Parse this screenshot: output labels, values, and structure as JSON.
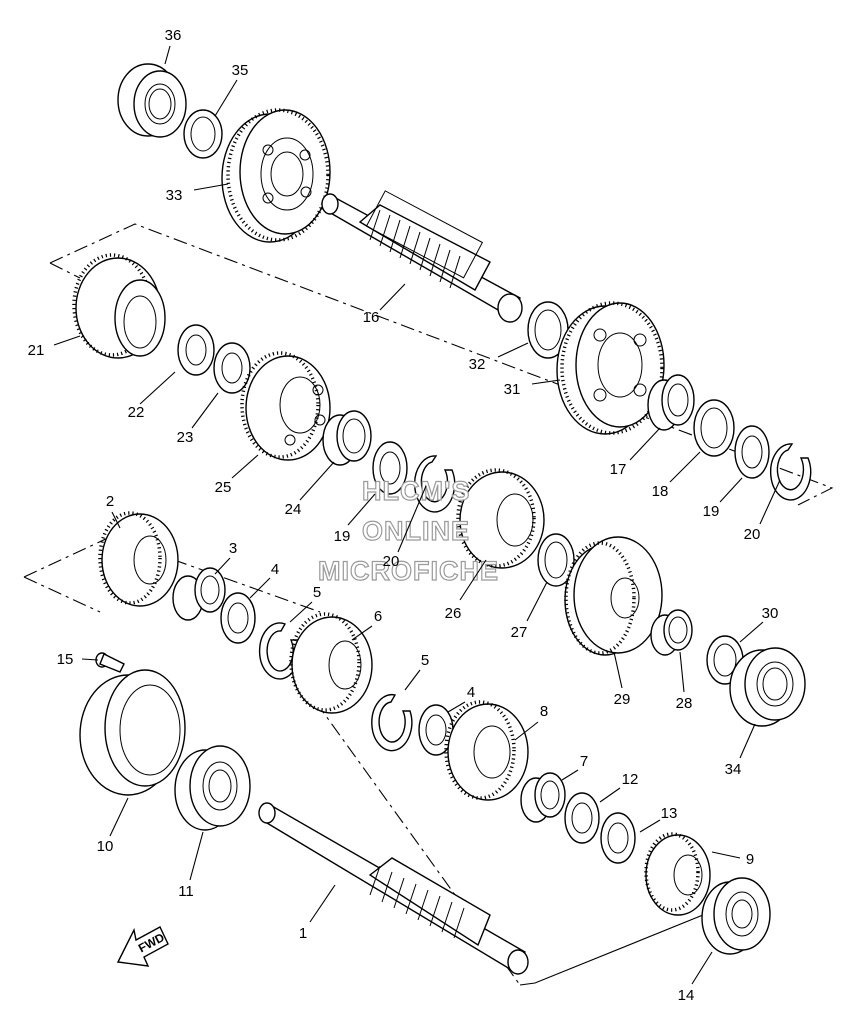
{
  "diagram": {
    "watermark": [
      "HLCM'S",
      "ONLINE",
      "MICROFICHE"
    ],
    "fwd_label": "FWD",
    "callouts": [
      {
        "id": "c36",
        "text": "36"
      },
      {
        "id": "c35",
        "text": "35"
      },
      {
        "id": "c33",
        "text": "33"
      },
      {
        "id": "c16",
        "text": "16"
      },
      {
        "id": "c21",
        "text": "21"
      },
      {
        "id": "c22",
        "text": "22"
      },
      {
        "id": "c23",
        "text": "23"
      },
      {
        "id": "c25",
        "text": "25"
      },
      {
        "id": "c24",
        "text": "24"
      },
      {
        "id": "c19a",
        "text": "19"
      },
      {
        "id": "c20a",
        "text": "20"
      },
      {
        "id": "c32",
        "text": "32"
      },
      {
        "id": "c31",
        "text": "31"
      },
      {
        "id": "c17",
        "text": "17"
      },
      {
        "id": "c18",
        "text": "18"
      },
      {
        "id": "c19b",
        "text": "19"
      },
      {
        "id": "c20b",
        "text": "20"
      },
      {
        "id": "c26",
        "text": "26"
      },
      {
        "id": "c27",
        "text": "27"
      },
      {
        "id": "c29",
        "text": "29"
      },
      {
        "id": "c30",
        "text": "30"
      },
      {
        "id": "c28",
        "text": "28"
      },
      {
        "id": "c34",
        "text": "34"
      },
      {
        "id": "c2",
        "text": "2"
      },
      {
        "id": "c3",
        "text": "3"
      },
      {
        "id": "c4a",
        "text": "4"
      },
      {
        "id": "c5a",
        "text": "5"
      },
      {
        "id": "c6",
        "text": "6"
      },
      {
        "id": "c5b",
        "text": "5"
      },
      {
        "id": "c4b",
        "text": "4"
      },
      {
        "id": "c8",
        "text": "8"
      },
      {
        "id": "c15",
        "text": "15"
      },
      {
        "id": "c10",
        "text": "10"
      },
      {
        "id": "c11",
        "text": "11"
      },
      {
        "id": "c7",
        "text": "7"
      },
      {
        "id": "c12",
        "text": "12"
      },
      {
        "id": "c13",
        "text": "13"
      },
      {
        "id": "c9",
        "text": "9"
      },
      {
        "id": "c1",
        "text": "1"
      },
      {
        "id": "c14",
        "text": "14"
      }
    ]
  }
}
